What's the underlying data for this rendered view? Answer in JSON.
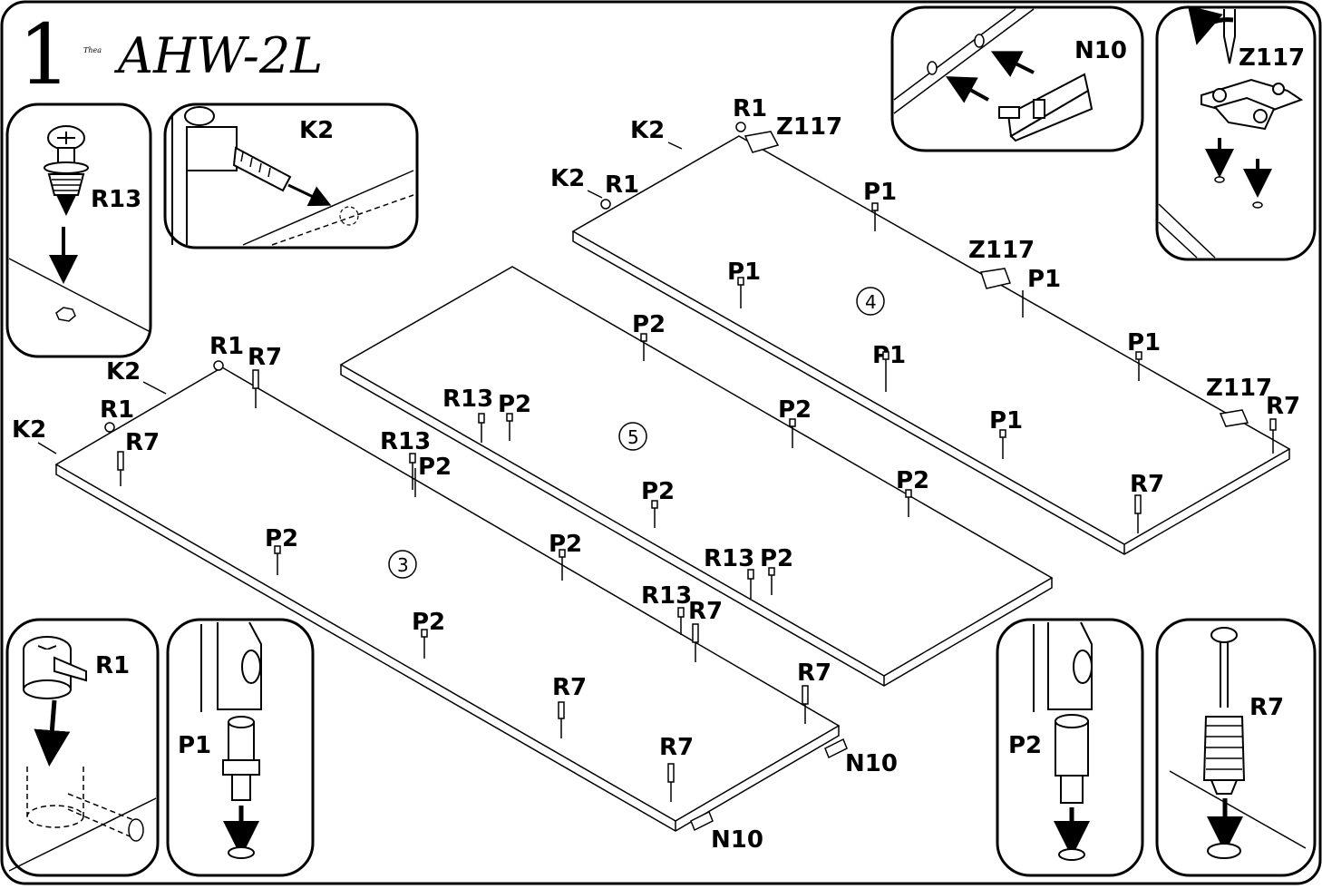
{
  "header": {
    "step": "1",
    "brand_small": "Thea",
    "model": "AHW-2L"
  },
  "boxes": {
    "r13": "R13",
    "k2": "K2",
    "n10": "N10",
    "z117": "Z117",
    "r1": "R1",
    "p1": "P1",
    "p2": "P2",
    "r7": "R7"
  },
  "panels": {
    "panel3": "3",
    "panel4": "4",
    "panel5": "5"
  },
  "parts": {
    "p4": [
      "K2",
      "R1",
      "Z117",
      "K2",
      "R1",
      "P1",
      "P1",
      "Z117",
      "P1",
      "P1",
      "P1",
      "P1",
      "Z117",
      "R7",
      "R7"
    ],
    "p5": [
      "P2",
      "R13",
      "P2",
      "P2",
      "P2",
      "P2",
      "R13",
      "P2"
    ],
    "p3": [
      "R1",
      "R7",
      "K2",
      "K2",
      "R1",
      "R7",
      "R13",
      "P2",
      "P2",
      "P2",
      "P2",
      "R13",
      "R7",
      "R7",
      "R7",
      "R7",
      "N10",
      "N10"
    ]
  }
}
